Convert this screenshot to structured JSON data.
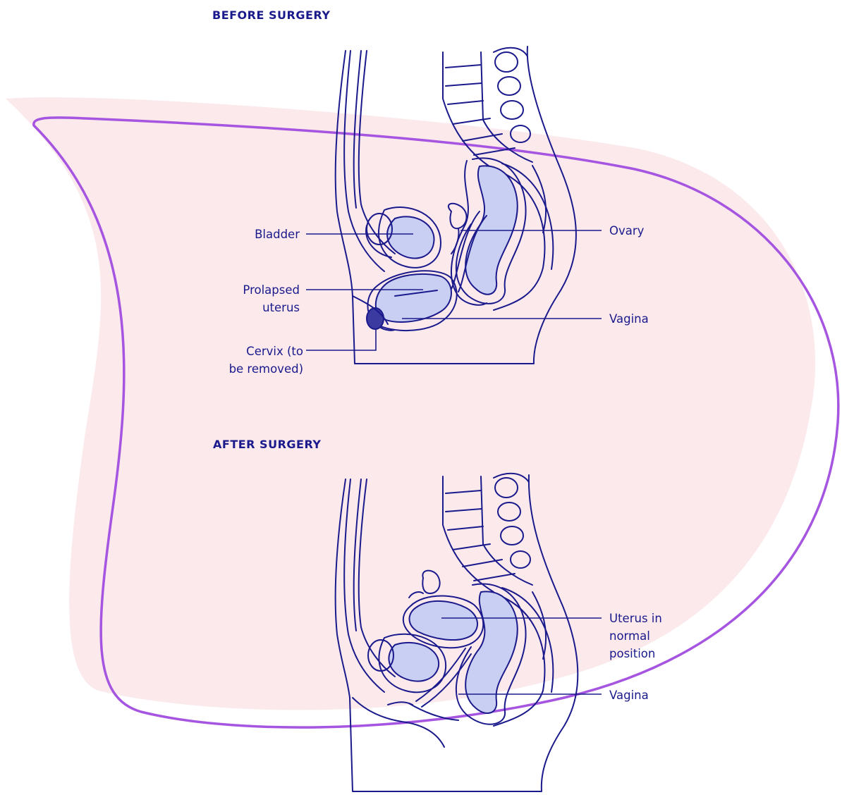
{
  "colors": {
    "ink": "#1a1a8c",
    "blob_fill": "#fbe9ec",
    "outline": "#a555e0",
    "organ_fill": "#c9cff2"
  },
  "before": {
    "title": "BEFORE SURGERY",
    "labels": {
      "bladder": [
        "Bladder"
      ],
      "prolapsed_uterus": [
        "Prolapsed",
        "uterus"
      ],
      "cervix": [
        "Cervix (to",
        "be removed)"
      ],
      "ovary": [
        "Ovary"
      ],
      "vagina": [
        "Vagina"
      ]
    }
  },
  "after": {
    "title": "AFTER SURGERY",
    "labels": {
      "uterus_normal": [
        "Uterus in",
        "normal",
        "position"
      ],
      "vagina": [
        "Vagina"
      ]
    }
  }
}
